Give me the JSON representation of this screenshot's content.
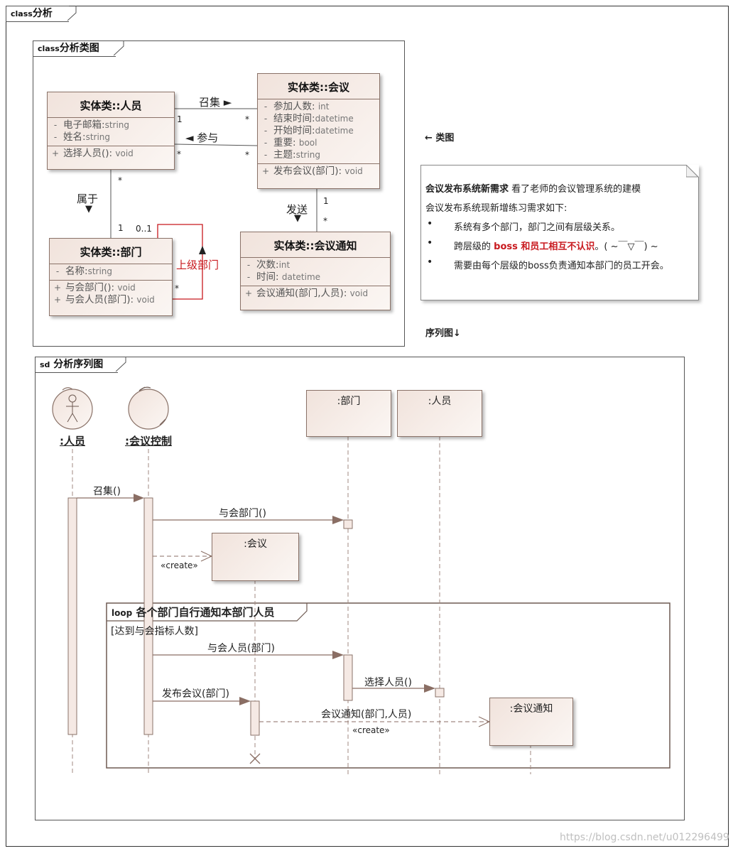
{
  "outer_frame": {
    "keyword": "class",
    "title": "分析"
  },
  "class_frame": {
    "keyword": "class",
    "title": "分析类图"
  },
  "classes": {
    "person": {
      "name": "实体类::人员",
      "attributes": [
        {
          "vis": "-",
          "name": "电子邮箱",
          "type": "string"
        },
        {
          "vis": "-",
          "name": "姓名",
          "type": "string"
        }
      ],
      "operations": [
        {
          "vis": "+",
          "name": "选择人员()",
          "type": "void"
        }
      ]
    },
    "meeting": {
      "name": "实体类::会议",
      "attributes": [
        {
          "vis": "-",
          "name": "参加人数",
          "type": "int"
        },
        {
          "vis": "-",
          "name": "结束时间",
          "type": "datetime"
        },
        {
          "vis": "-",
          "name": "开始时间",
          "type": "datetime"
        },
        {
          "vis": "-",
          "name": "重要",
          "type": "bool"
        },
        {
          "vis": "-",
          "name": "主题",
          "type": "string"
        }
      ],
      "operations": [
        {
          "vis": "+",
          "name": "发布会议(部门)",
          "type": "void"
        }
      ]
    },
    "department": {
      "name": "实体类::部门",
      "attributes": [
        {
          "vis": "-",
          "name": "名称",
          "type": "string"
        }
      ],
      "operations": [
        {
          "vis": "+",
          "name": "与会部门()",
          "type": "void"
        },
        {
          "vis": "+",
          "name": "与会人员(部门)",
          "type": "void"
        }
      ]
    },
    "notice": {
      "name": "实体类::会议通知",
      "attributes": [
        {
          "vis": "-",
          "name": "次数",
          "type": "int"
        },
        {
          "vis": "-",
          "name": "时间",
          "type": "datetime"
        }
      ],
      "operations": [
        {
          "vis": "+",
          "name": "会议通知(部门,人员)",
          "type": "void"
        }
      ]
    }
  },
  "associations": {
    "convene": {
      "label": "召集 ►",
      "mult_a": "1",
      "mult_b": "*"
    },
    "attend": {
      "label": "◄ 参与",
      "mult_a": "*",
      "mult_b": "*"
    },
    "belongs": {
      "label": "属于",
      "arrow": "▼",
      "mult_a": "*",
      "mult_b": "1"
    },
    "send": {
      "label": "发送",
      "arrow": "▼",
      "mult_a": "1",
      "mult_b": "*"
    },
    "parent_dept": {
      "label": "上级部门",
      "mult_a": "0..1",
      "mult_b": "*"
    }
  },
  "side_labels": {
    "class_diagram": "← 类图",
    "sequence_diagram": "序列图↓"
  },
  "note": {
    "line1_bold": "会议发布系统新需求",
    "line1_rest": " 看了老师的会议管理系统的建模",
    "line2": "会议发布系统现新增练习需求如下:",
    "bullets": [
      {
        "text": "系统有多个部门，部门之间有层级关系。"
      },
      {
        "pre": "跨层级的 ",
        "red": "boss 和员工相互不认识",
        "post": "。( ~￣▽￣) ~"
      },
      {
        "text": "需要由每个层级的boss负责通知本部门的员工开会。"
      }
    ],
    "bullet_char": "•"
  },
  "seq_frame": {
    "keyword": "sd",
    "title": "分析序列图"
  },
  "lifelines": {
    "actor": ":人员",
    "control": ":会议控制",
    "dept": ":部门",
    "person": ":人员",
    "meeting": ":会议",
    "notice": ":会议通知"
  },
  "messages": {
    "m1": "召集()",
    "m2": "与会部门()",
    "m3_stereo": "«create»",
    "m4": "与会人员(部门)",
    "m5": "选择人员()",
    "m6": "发布会议(部门)",
    "m7": "会议通知(部门,人员)",
    "m7_stereo": "«create»"
  },
  "loop": {
    "keyword": "loop",
    "title": "各个部门自行通知本部门人员",
    "guard": "[达到与会指标人数]"
  },
  "watermark": "https://blog.csdn.net/u012296499",
  "colors": {
    "box_border": "#8a7268",
    "box_fill": "#f1e3dc",
    "line": "#8a6e64",
    "self_assoc": "#c8191e",
    "label_red": "#c8191e"
  }
}
